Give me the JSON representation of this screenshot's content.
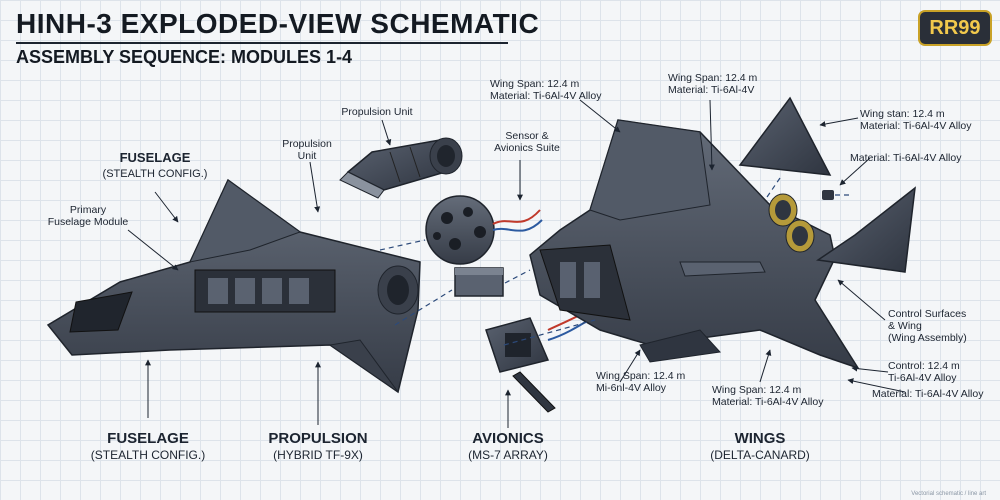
{
  "title": "HINH-3 EXPLODED-VIEW SCHEMATIC",
  "subtitle": "ASSEMBLY SEQUENCE: MODULES 1-4",
  "logo_text": "RR99",
  "colors": {
    "airframe": "#4a5260",
    "airframe_dark": "#2f3540",
    "accent_gold": "#b59a3a",
    "wire_red": "#c0392b",
    "wire_blue": "#2c5aa0",
    "grid": "#dde3ea"
  },
  "labels": {
    "fuselage_top_title": "FUSELAGE",
    "fuselage_top_sub": "(STEALTH CONFIG.)",
    "primary_fuselage": "Primary\nFuselage Module",
    "propulsion_unit_left": "Propulsion\nUnit",
    "propulsion_unit_top": "Propulsion Unit",
    "sensor_suite": "Sensor &\nAvionics Suite",
    "wing_spec_1": "Wing Span: 12.4 m\nMaterial: Ti-6Al-4V Alloy",
    "wing_spec_2": "Wing Span: 12.4 m\nMaterial: Ti-6Al-4V",
    "wing_spec_3": "Wing stan: 12.4 m\nMaterial: Ti-6Al-4V Alloy",
    "material_1": "Material: Ti-6Al-4V Alloy",
    "control_surfaces": "Control Surfaces\n& Wing\n(Wing Assembly)",
    "control_spec": "Control: 12.4 m\nTi-6Al-4V Alloy",
    "wing_spec_4": "Wing Span: 12.4 m\nMi-6nl-4V Alloy",
    "wing_spec_5": "Wing Span: 12.4 m\nMaterial: Ti-6Al-4V Alloy",
    "material_2": "Material: Ti-6Al-4V Alloy"
  },
  "bottom_labels": [
    {
      "title": "FUSELAGE",
      "sub": "(STEALTH CONFIG.)"
    },
    {
      "title": "PROPULSION",
      "sub": "(HYBRID TF-9X)"
    },
    {
      "title": "AVIONICS",
      "sub": "(MS-7 ARRAY)"
    },
    {
      "title": "WINGS",
      "sub": "(DELTA-CANARD)"
    }
  ],
  "credit": "Vectorial schematic / line art"
}
